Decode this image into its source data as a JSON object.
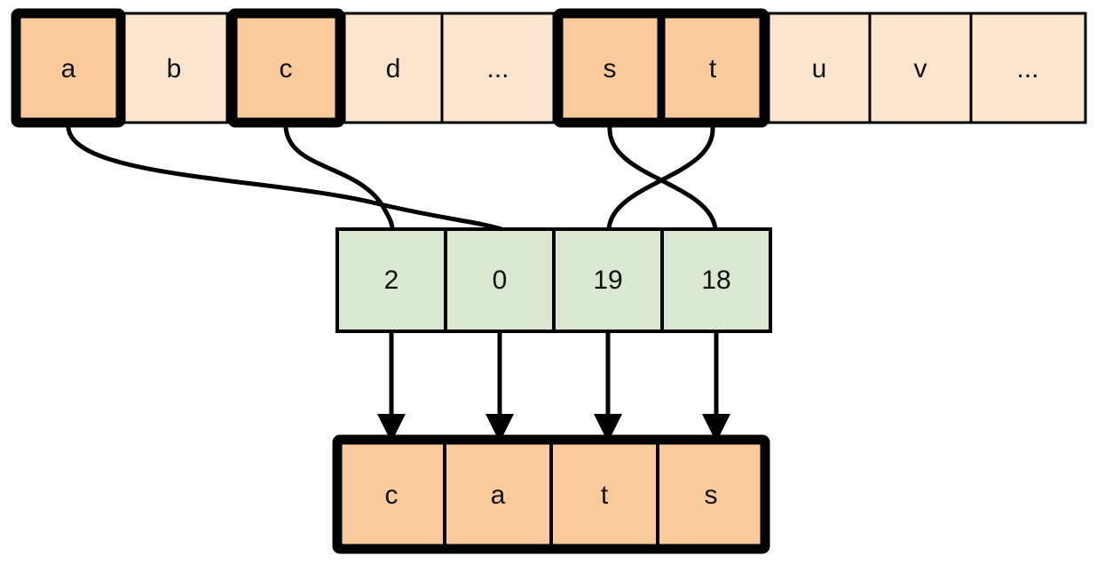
{
  "diagram": {
    "title": "alphabet-index-word-mapping",
    "colors": {
      "cell_fill_light": "#fce5cf",
      "cell_fill_dark": "#f9cb9c",
      "index_fill": "#d9e8d0",
      "stroke": "#000000",
      "background": "#ffffff"
    },
    "alphabet_row": {
      "name": "alphabet-row",
      "cells": [
        {
          "label": "a",
          "highlighted": true
        },
        {
          "label": "b",
          "highlighted": false
        },
        {
          "label": "c",
          "highlighted": true
        },
        {
          "label": "d",
          "highlighted": false
        },
        {
          "label": "...",
          "highlighted": false
        },
        {
          "label": "s",
          "highlighted": true
        },
        {
          "label": "t",
          "highlighted": true
        },
        {
          "label": "u",
          "highlighted": false
        },
        {
          "label": "v",
          "highlighted": false
        },
        {
          "label": "...",
          "highlighted": false
        }
      ]
    },
    "index_row": {
      "name": "index-row",
      "cells": [
        {
          "label": "2"
        },
        {
          "label": "0"
        },
        {
          "label": "19"
        },
        {
          "label": "18"
        }
      ]
    },
    "word_row": {
      "name": "word-row",
      "cells": [
        {
          "label": "c"
        },
        {
          "label": "a"
        },
        {
          "label": "t"
        },
        {
          "label": "s"
        }
      ]
    },
    "mappings": [
      {
        "from": "a",
        "to": "0",
        "crosses": true
      },
      {
        "from": "c",
        "to": "2",
        "crosses": true
      },
      {
        "from": "s",
        "to": "18",
        "crosses": true
      },
      {
        "from": "t",
        "to": "19",
        "crosses": true
      }
    ],
    "arrows": [
      {
        "from": "2",
        "to": "c"
      },
      {
        "from": "0",
        "to": "a"
      },
      {
        "from": "19",
        "to": "t"
      },
      {
        "from": "18",
        "to": "s"
      }
    ]
  }
}
